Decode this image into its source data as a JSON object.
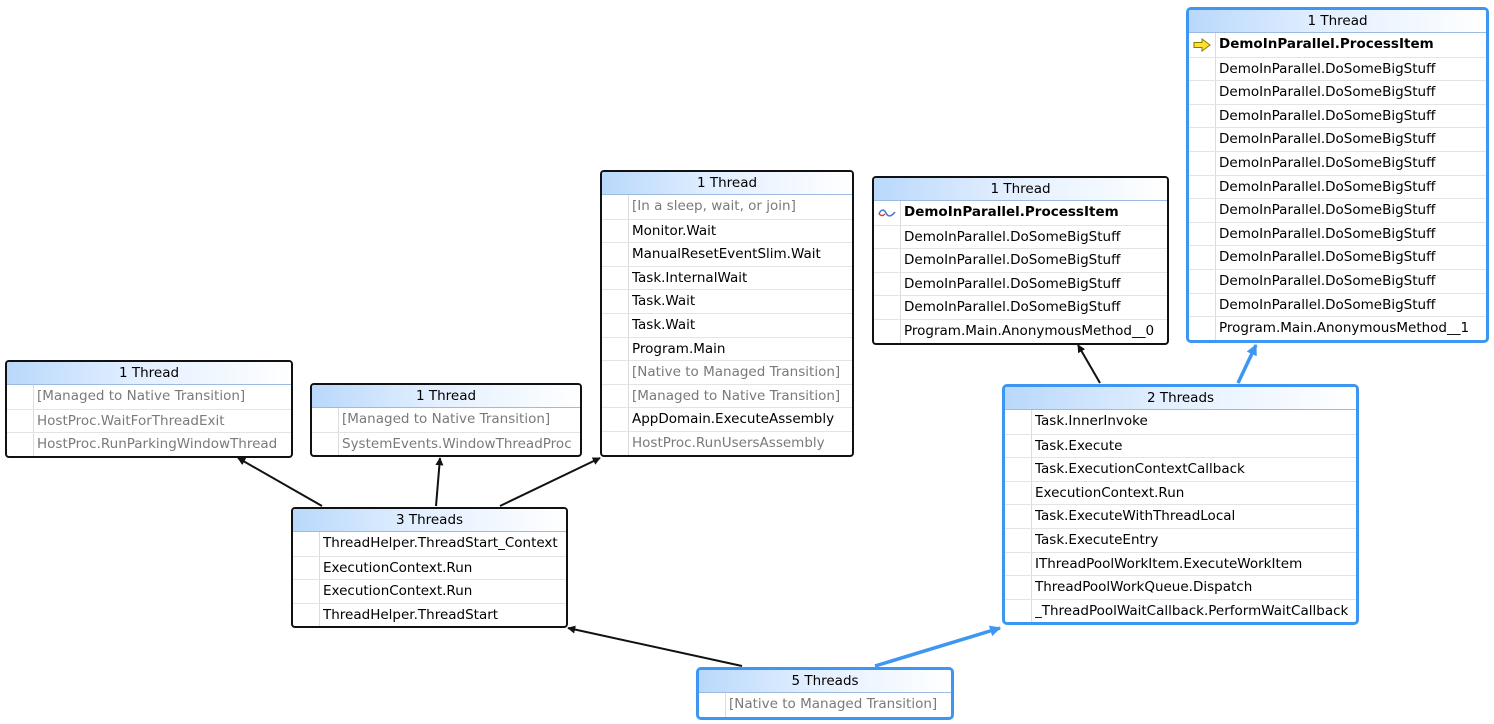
{
  "colors": {
    "accent": "#3d96f2",
    "edge": "#111111",
    "grey_text": "#7a7a7a"
  },
  "nodes": {
    "nA": {
      "header": "1 Thread",
      "frames": [
        {
          "text": "[Managed to Native Transition]",
          "style": "grey"
        },
        {
          "text": "HostProc.WaitForThreadExit",
          "style": "grey"
        },
        {
          "text": "HostProc.RunParkingWindowThread",
          "style": "grey"
        }
      ]
    },
    "nB": {
      "header": "1 Thread",
      "frames": [
        {
          "text": "[Managed to Native Transition]",
          "style": "grey"
        },
        {
          "text": "SystemEvents.WindowThreadProc",
          "style": "grey"
        }
      ]
    },
    "nC": {
      "header": "1 Thread",
      "frames": [
        {
          "text": "[In a sleep, wait, or join]",
          "style": "grey"
        },
        {
          "text": "Monitor.Wait"
        },
        {
          "text": "ManualResetEventSlim.Wait"
        },
        {
          "text": "Task.InternalWait"
        },
        {
          "text": "Task.Wait"
        },
        {
          "text": "Task.Wait"
        },
        {
          "text": "Program.Main"
        },
        {
          "text": "[Native to Managed Transition]",
          "style": "grey"
        },
        {
          "text": "[Managed to Native Transition]",
          "style": "grey"
        },
        {
          "text": "AppDomain.ExecuteAssembly"
        },
        {
          "text": "HostProc.RunUsersAssembly",
          "style": "grey"
        }
      ]
    },
    "nD": {
      "header": "1 Thread",
      "frames": [
        {
          "text": "DemoInParallel.ProcessItem",
          "style": "bold",
          "icon": "thread-switch-icon"
        },
        {
          "text": "DemoInParallel.DoSomeBigStuff"
        },
        {
          "text": "DemoInParallel.DoSomeBigStuff"
        },
        {
          "text": "DemoInParallel.DoSomeBigStuff"
        },
        {
          "text": "DemoInParallel.DoSomeBigStuff"
        },
        {
          "text": "Program.Main.AnonymousMethod__0"
        }
      ]
    },
    "nE": {
      "header": "1 Thread",
      "frames": [
        {
          "text": "DemoInParallel.ProcessItem",
          "style": "bold",
          "icon": "current-thread-arrow-icon"
        },
        {
          "text": "DemoInParallel.DoSomeBigStuff"
        },
        {
          "text": "DemoInParallel.DoSomeBigStuff"
        },
        {
          "text": "DemoInParallel.DoSomeBigStuff"
        },
        {
          "text": "DemoInParallel.DoSomeBigStuff"
        },
        {
          "text": "DemoInParallel.DoSomeBigStuff"
        },
        {
          "text": "DemoInParallel.DoSomeBigStuff"
        },
        {
          "text": "DemoInParallel.DoSomeBigStuff"
        },
        {
          "text": "DemoInParallel.DoSomeBigStuff"
        },
        {
          "text": "DemoInParallel.DoSomeBigStuff"
        },
        {
          "text": "DemoInParallel.DoSomeBigStuff"
        },
        {
          "text": "DemoInParallel.DoSomeBigStuff"
        },
        {
          "text": "Program.Main.AnonymousMethod__1"
        }
      ]
    },
    "nF": {
      "header": "3 Threads",
      "frames": [
        {
          "text": "ThreadHelper.ThreadStart_Context"
        },
        {
          "text": "ExecutionContext.Run"
        },
        {
          "text": "ExecutionContext.Run"
        },
        {
          "text": "ThreadHelper.ThreadStart"
        }
      ]
    },
    "nG": {
      "header": "2 Threads",
      "frames": [
        {
          "text": "Task.InnerInvoke"
        },
        {
          "text": "Task.Execute"
        },
        {
          "text": "Task.ExecutionContextCallback"
        },
        {
          "text": "ExecutionContext.Run"
        },
        {
          "text": "Task.ExecuteWithThreadLocal"
        },
        {
          "text": "Task.ExecuteEntry"
        },
        {
          "text": "IThreadPoolWorkItem.ExecuteWorkItem"
        },
        {
          "text": "ThreadPoolWorkQueue.Dispatch"
        },
        {
          "text": "_ThreadPoolWaitCallback.PerformWaitCallback"
        }
      ]
    },
    "nH": {
      "header": "5 Threads",
      "frames": [
        {
          "text": "[Native to Managed Transition]",
          "style": "grey"
        }
      ]
    }
  }
}
